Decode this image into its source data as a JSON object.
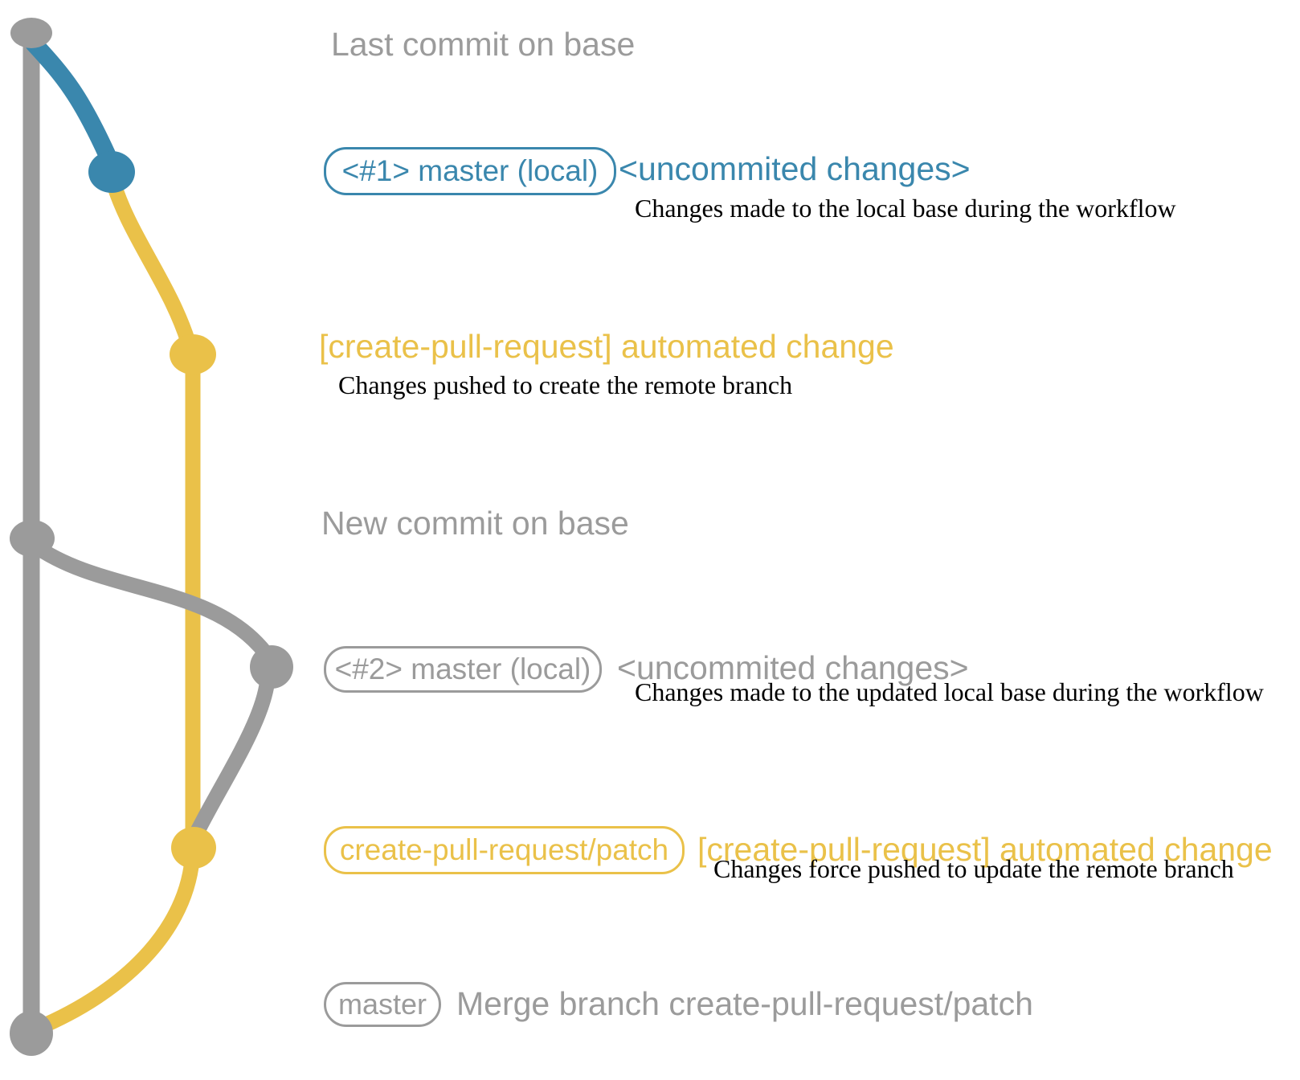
{
  "diagram": {
    "colors": {
      "base_branch": "#9b9b9b",
      "local_branch": "#3a87ad",
      "patch_branch": "#eac149",
      "annotation_text": "#000000"
    },
    "rows": [
      {
        "note": "Last commit on base"
      },
      {
        "pill": "<#1> master (local)",
        "title": "<uncommited changes>",
        "desc": "Changes made to the local base during the workflow"
      },
      {
        "title": "[create-pull-request] automated change",
        "desc": "Changes pushed to create the remote branch"
      },
      {
        "note": "New commit on base"
      },
      {
        "pill": "<#2> master (local)",
        "title": "<uncommited changes>",
        "desc": "Changes made to the updated local base during the workflow"
      },
      {
        "pill": "create-pull-request/patch",
        "title": "[create-pull-request] automated change",
        "desc": "Changes force pushed to update the remote branch"
      },
      {
        "pill": "master",
        "note": "Merge branch create-pull-request/patch"
      }
    ],
    "graph_nodes": [
      {
        "id": "base-tip-commit",
        "color": "#9b9b9b"
      },
      {
        "id": "local-uncommitted-1",
        "color": "#3a87ad"
      },
      {
        "id": "patch-commit-1",
        "color": "#eac149"
      },
      {
        "id": "base-new-commit",
        "color": "#9b9b9b"
      },
      {
        "id": "local-uncommitted-2",
        "color": "#9b9b9b"
      },
      {
        "id": "patch-commit-2",
        "color": "#eac149"
      },
      {
        "id": "merge-commit",
        "color": "#9b9b9b"
      }
    ]
  }
}
